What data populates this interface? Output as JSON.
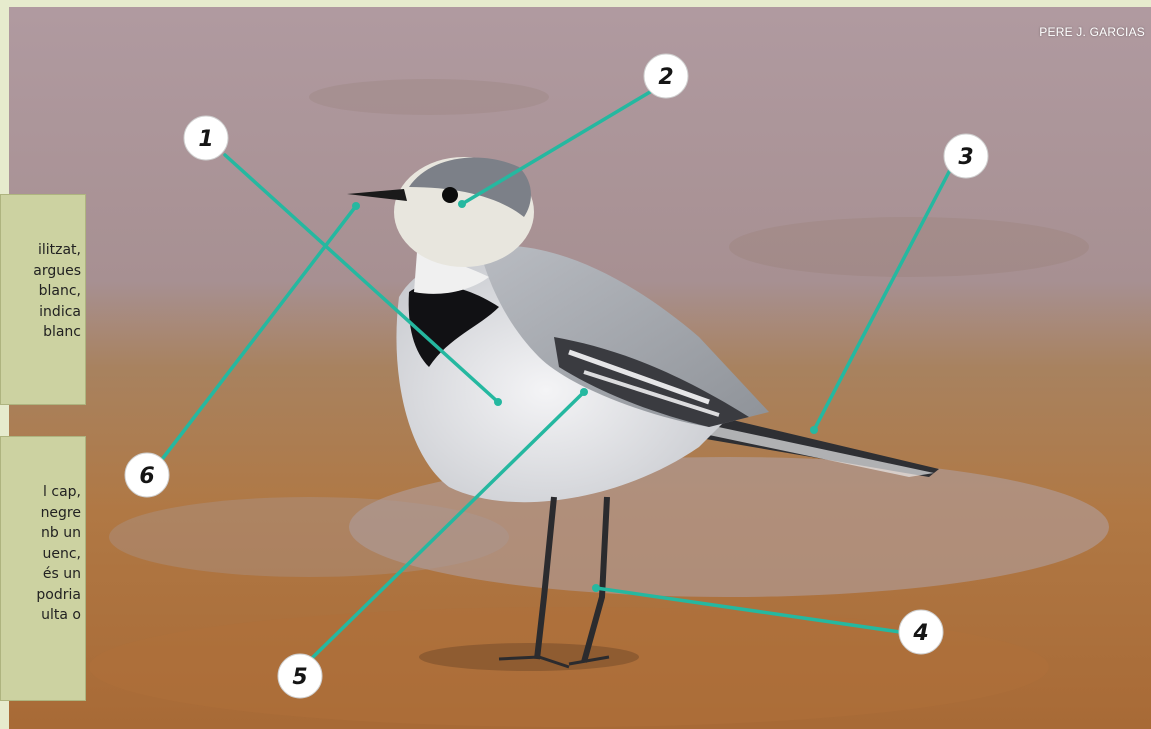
{
  "photo": {
    "credit": "PERE J. GARCIAS",
    "subject": "bird-photo"
  },
  "callouts": [
    {
      "text": "ilitzat,\nargues\nblanc,\nindica\nblanc"
    },
    {
      "text": "l cap,\nnegre\nnb un\nuenc,\nés un\npodria\nulta o"
    }
  ],
  "markers": [
    {
      "label": "1"
    },
    {
      "label": "2"
    },
    {
      "label": "3"
    },
    {
      "label": "4"
    },
    {
      "label": "5"
    },
    {
      "label": "6"
    }
  ],
  "colors": {
    "pointer": "#25b8a0",
    "callout_background": "#ccd2a1",
    "page_background": "#e6ebcd"
  }
}
